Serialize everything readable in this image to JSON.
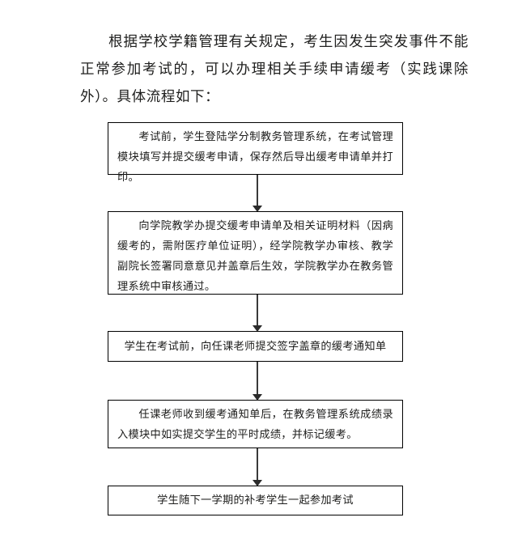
{
  "document": {
    "intro_paragraph": "根据学校学籍管理有关规定，考生因发生突发事件不能正常参加考试的，可以办理相关手续申请缓考（实践课除外）。具体流程如下："
  },
  "flowchart": {
    "type": "vertical-process",
    "arrow_direction": "down",
    "node_count": 5,
    "nodes": [
      {
        "id": "node-1",
        "step": 1,
        "text": "考试前，学生登陆学分制教务管理系统，在考试管理模块填写并提交缓考申请，保存然后导出缓考申请单并打印。",
        "align": "justify"
      },
      {
        "id": "node-2",
        "step": 2,
        "text": "向学院教学办提交缓考申请单及相关证明材料（因病缓考的，需附医疗单位证明），经学院教学办审核、教学副院长签署同意意见并盖章后生效，学院教学办在教务管理系统中审核通过。",
        "align": "justify"
      },
      {
        "id": "node-3",
        "step": 3,
        "text": "学生在考试前，向任课老师提交签字盖章的缓考通知单",
        "align": "center"
      },
      {
        "id": "node-4",
        "step": 4,
        "text": "任课老师收到缓考通知单后，在教务管理系统成绩录入模块中如实提交学生的平时成绩，并标记缓考。",
        "align": "justify"
      },
      {
        "id": "node-5",
        "step": 5,
        "text": "学生随下一学期的补考学生一起参加考试",
        "align": "center"
      }
    ],
    "connectors": [
      {
        "id": "conn-1",
        "from": "node-1",
        "to": "node-2"
      },
      {
        "id": "conn-2",
        "from": "node-2",
        "to": "node-3"
      },
      {
        "id": "conn-3",
        "from": "node-3",
        "to": "node-4"
      },
      {
        "id": "conn-4",
        "from": "node-4",
        "to": "node-5"
      }
    ]
  },
  "colors": {
    "page_background": "#ffffff",
    "text": "#20201f",
    "border": "#000000",
    "arrow": "#2b2b2b"
  }
}
